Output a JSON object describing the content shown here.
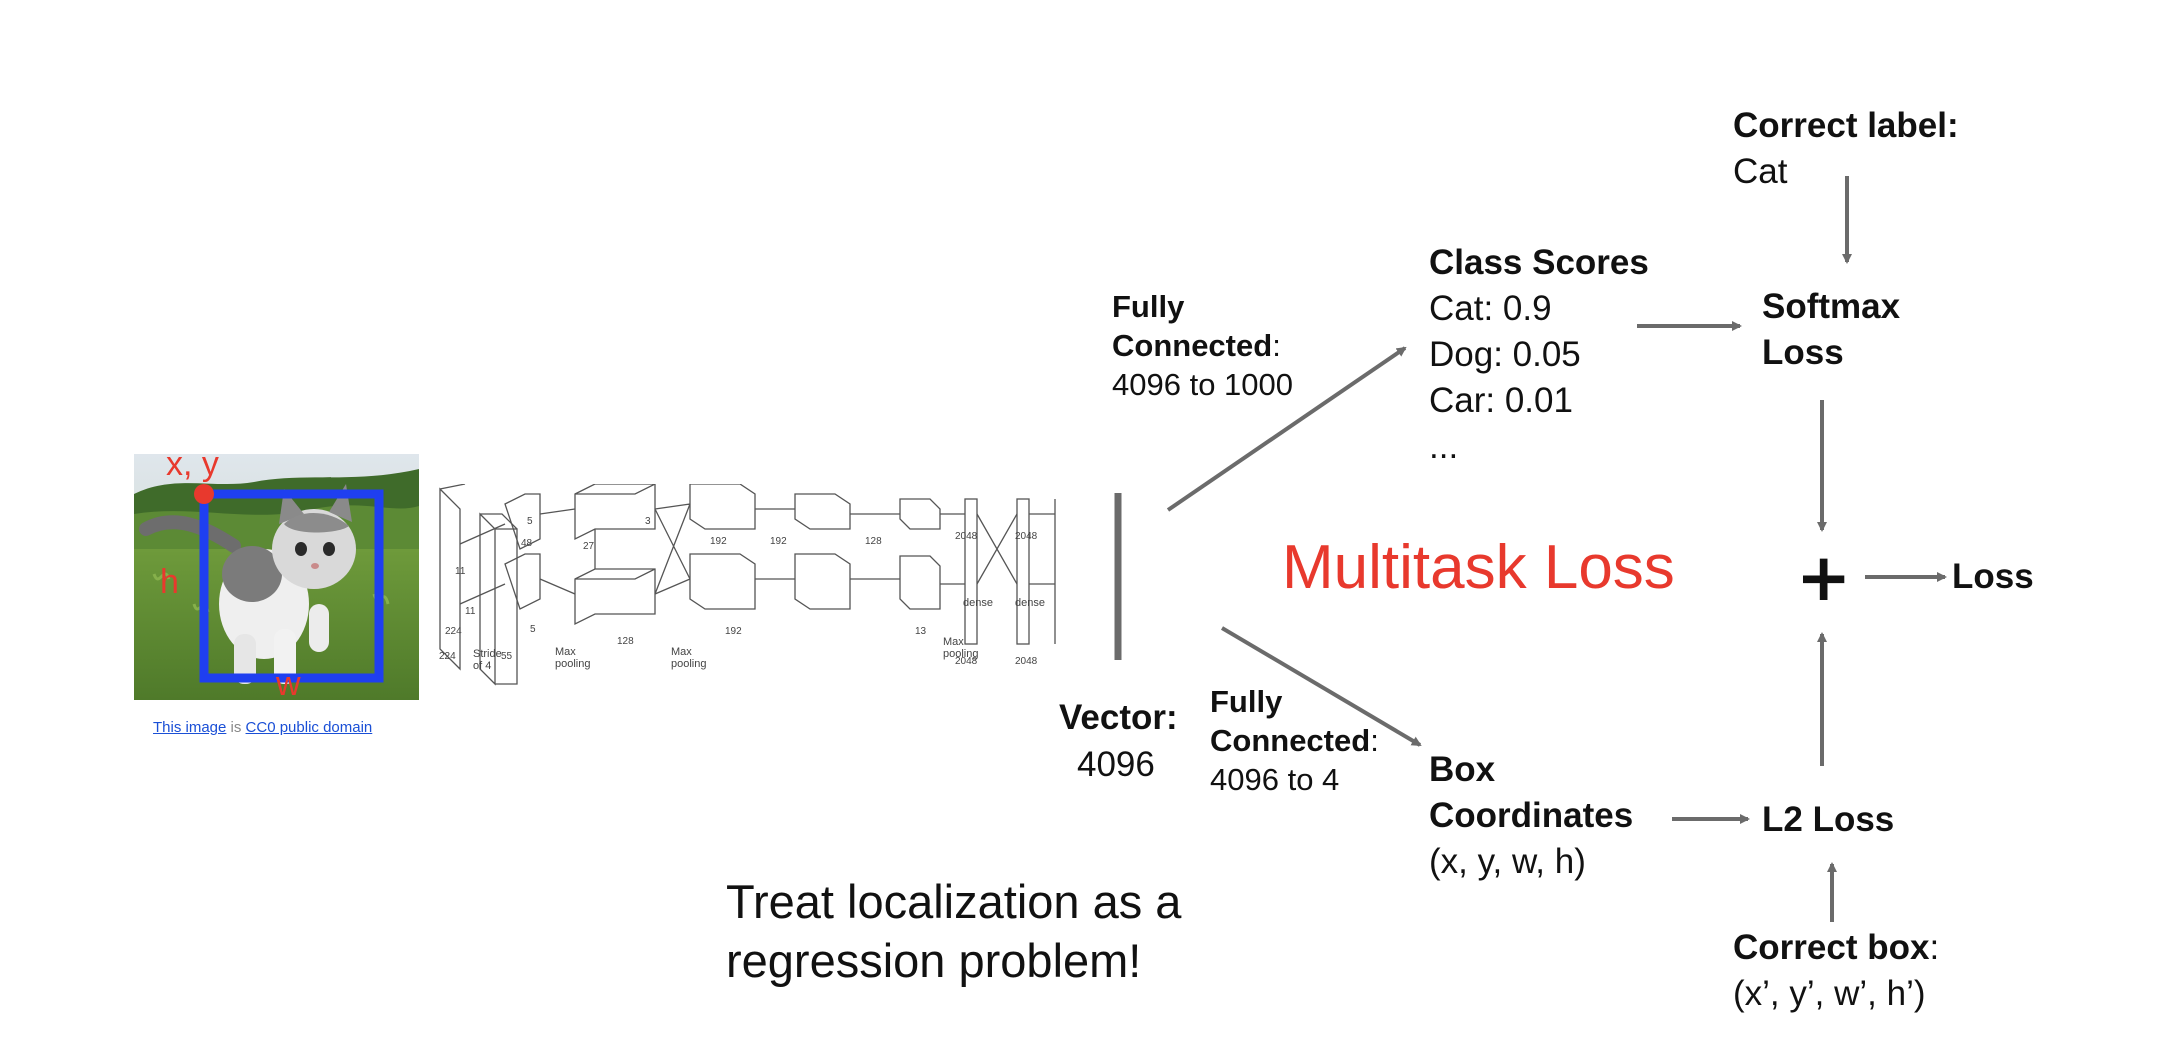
{
  "image": {
    "label_xy": "x, y",
    "label_h": "h",
    "label_w": "w",
    "credit_link1": "This image",
    "credit_mid": " is ",
    "credit_link2": "CC0 public domain"
  },
  "cnn": {
    "pool_label_1": "Max pooling",
    "pool_label_2": "Max pooling",
    "pool_label_3": "Max pooling",
    "stride_label": "Stride of 4",
    "dense_label_1": "dense",
    "dense_label_2": "dense",
    "dims": [
      "224",
      "224",
      "11",
      "11",
      "48",
      "55",
      "55",
      "5",
      "5",
      "27",
      "128",
      "3",
      "3",
      "13",
      "192",
      "192",
      "128",
      "2048",
      "2048"
    ]
  },
  "vector": {
    "title": "Vector:",
    "value": "4096"
  },
  "fc_top": {
    "title_line1": "Fully",
    "title_line2": "Connected",
    "colon": ":",
    "detail": "4096 to 1000"
  },
  "fc_bottom": {
    "title_line1": "Fully",
    "title_line2": "Connected",
    "colon": ":",
    "detail": "4096 to 4"
  },
  "class_scores": {
    "title": "Class Scores",
    "items": [
      "Cat: 0.9",
      "Dog: 0.05",
      "Car: 0.01",
      "..."
    ]
  },
  "box_coords": {
    "title_line1": "Box",
    "title_line2": "Coordinates",
    "detail": "(x, y, w, h)"
  },
  "correct_label": {
    "title": "Correct label:",
    "value": "Cat"
  },
  "softmax": {
    "line1": "Softmax",
    "line2": "Loss"
  },
  "l2": {
    "label": "L2 Loss"
  },
  "correct_box": {
    "title": "Correct box",
    "colon": ":",
    "value": "(x’, y’, w’, h’)"
  },
  "multitask": {
    "label": "Multitask Loss",
    "color": "#e8392d"
  },
  "plus": {
    "symbol": "+"
  },
  "loss": {
    "label": "Loss"
  },
  "caption": {
    "line1": "Treat localization as a",
    "line2": "regression problem!"
  },
  "colors": {
    "arrow": "#6b6b6b",
    "box": "#1f3ff0",
    "annot": "#e8392d"
  }
}
